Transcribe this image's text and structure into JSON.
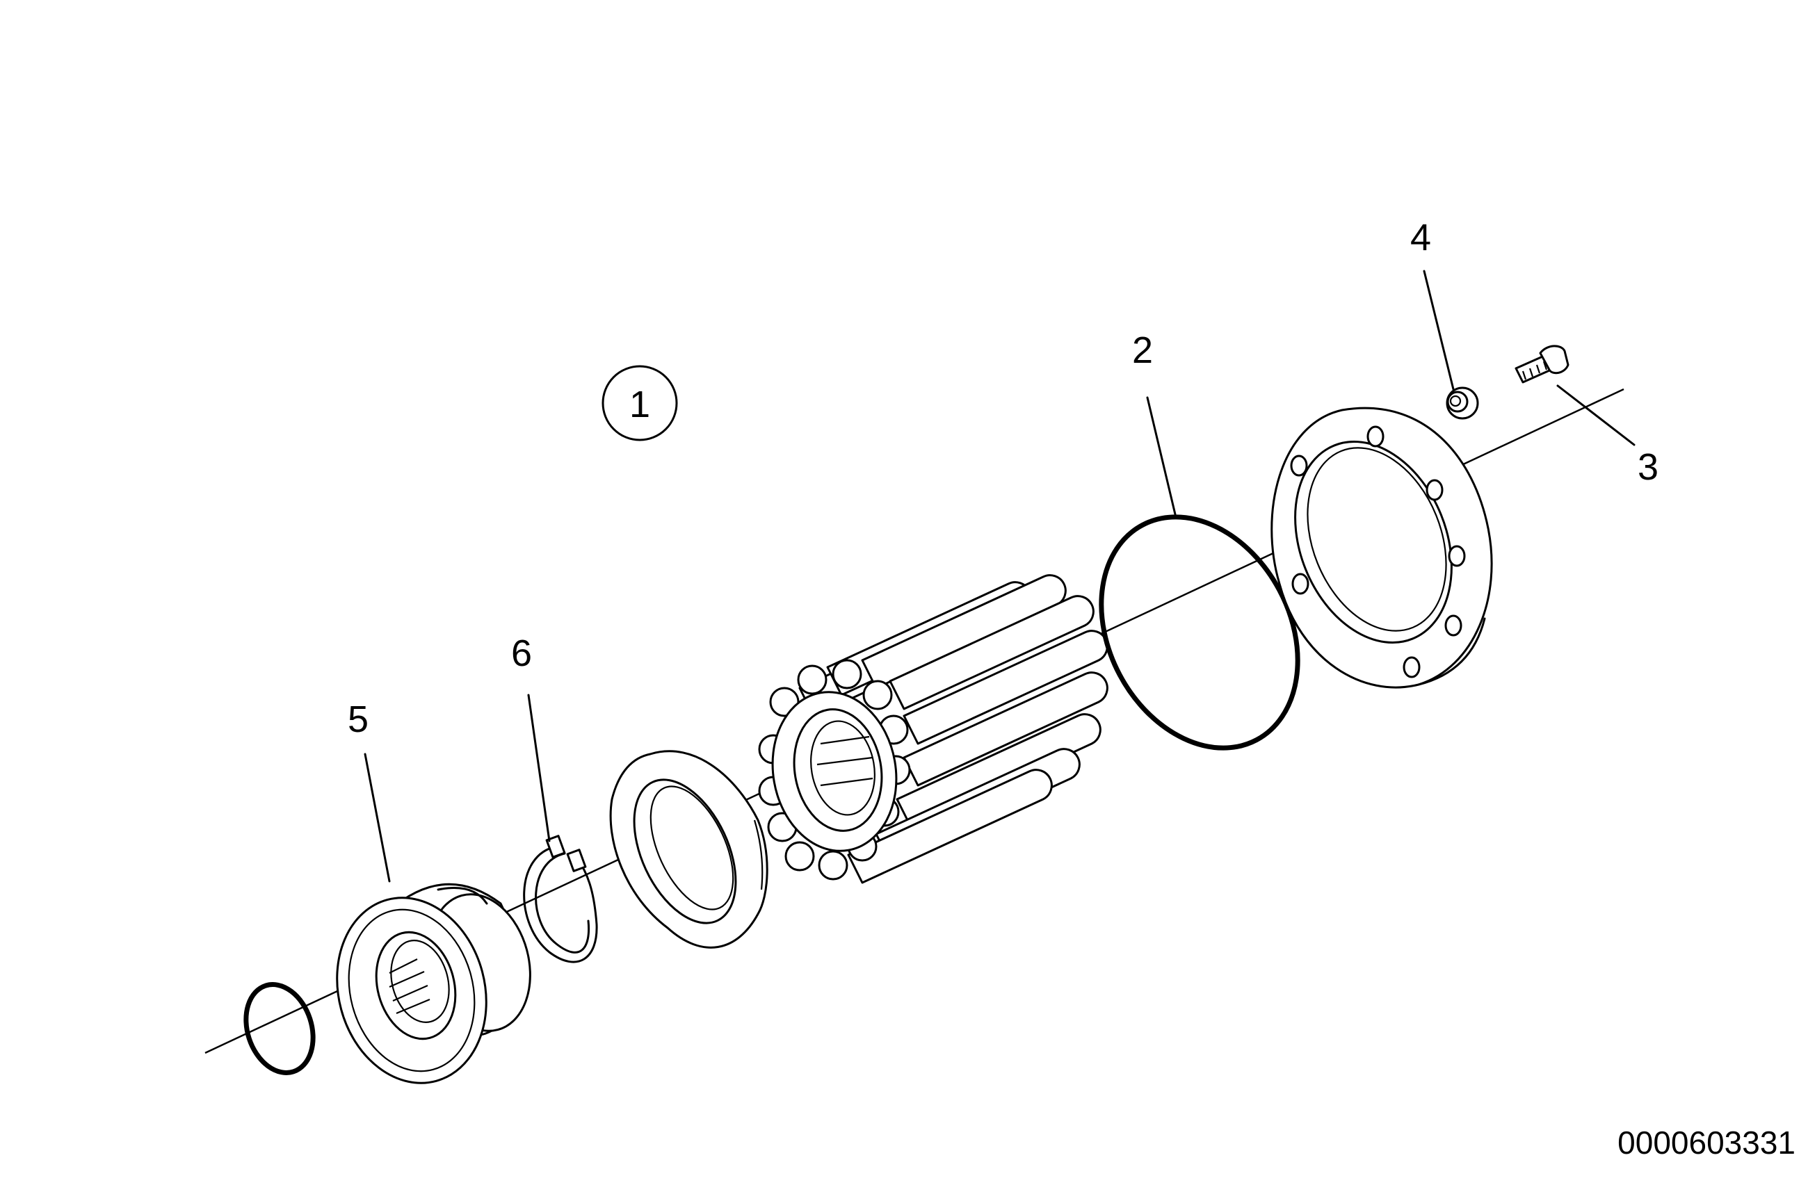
{
  "diagram": {
    "assembly_callout": "1",
    "parts": [
      {
        "id": "o-ring-small",
        "label": ""
      },
      {
        "id": "seal-housing",
        "label": "5"
      },
      {
        "id": "circlip",
        "label": "6"
      },
      {
        "id": "wear-plate",
        "label": ""
      },
      {
        "id": "impeller",
        "label": ""
      },
      {
        "id": "o-ring-large",
        "label": "2"
      },
      {
        "id": "cover-plate",
        "label": ""
      },
      {
        "id": "washer",
        "label": "4"
      },
      {
        "id": "bolt",
        "label": "3"
      }
    ],
    "drawing_id": "0000603331"
  }
}
